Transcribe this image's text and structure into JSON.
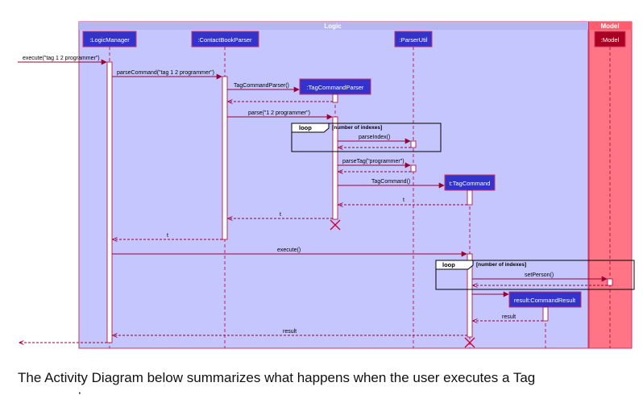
{
  "frames": {
    "logic": {
      "label": "Logic",
      "color": "#c6c6ff",
      "border": "#cc3366",
      "header": "#aaaaee"
    },
    "model": {
      "label": "Model",
      "color": "#ff7080",
      "border": "#cc3366",
      "header": "#ff5566"
    }
  },
  "participants": [
    {
      "id": "logic_manager",
      "label": ":LogicManager"
    },
    {
      "id": "contact_book_parser",
      "label": ":ContactBookParser"
    },
    {
      "id": "parser_util",
      "label": ":ParserUtil"
    },
    {
      "id": "model",
      "label": ":Model"
    }
  ],
  "created_objects": {
    "tag_command_parser": ":TagCommandParser",
    "tag_command": "t:TagCommand",
    "command_result": "result:CommandResult"
  },
  "messages": {
    "execute_input": "execute(\"tag 1 2 programmer\")",
    "parse_command": "parseCommand(\"tag 1 2 programmer\")",
    "tag_command_parser_ctor": "TagCommandParser()",
    "parse": "parse(\"1 2 programmer\")",
    "parse_index": "parseIndex()",
    "parse_tag": "parseTag(\"programmer\")",
    "tag_command_ctor": "TagCommand()",
    "return_t_1": "t",
    "return_t_2": "t",
    "return_t_3": "t",
    "execute_call": "execute()",
    "set_person": "setPerson()",
    "return_result_1": "result",
    "return_result_2": "result"
  },
  "loops": {
    "first": {
      "keyword": "loop",
      "guard": "[number of indexes]"
    },
    "second": {
      "keyword": "loop",
      "guard": "[number of indexes]"
    }
  },
  "colors": {
    "participant_fill": "#3333cc",
    "participant_border": "#cc3366",
    "model_participant_fill": "#aa0022",
    "arrow": "#990033",
    "lifeline": "#aa0033",
    "activation_fill": "#ffffff"
  },
  "caption": {
    "text": "The Activity Diagram below summarizes what happens when the user executes a Tag"
  }
}
